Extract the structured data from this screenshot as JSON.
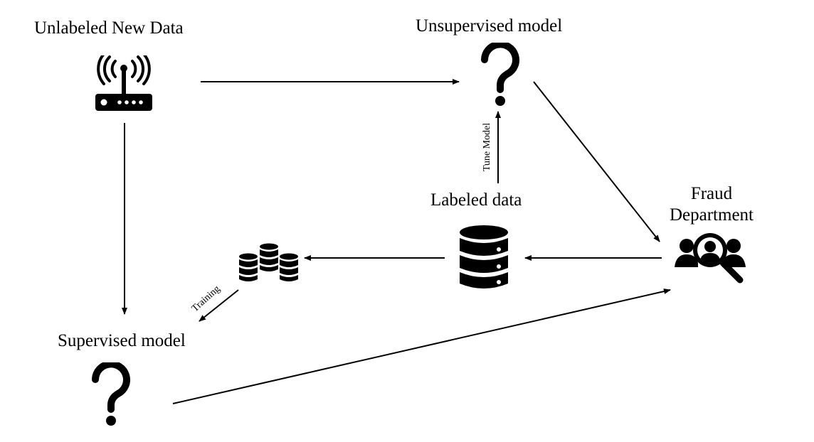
{
  "nodes": {
    "unlabeled_new_data": {
      "label": "Unlabeled New Data",
      "icon": "router-icon"
    },
    "unsupervised_model": {
      "label": "Unsupervised model",
      "icon": "question-mark-icon"
    },
    "labeled_data": {
      "label": "Labeled data",
      "icon": "database-icon"
    },
    "fraud_department": {
      "label_line1": "Fraud",
      "label_line2": "Department",
      "icon": "user-search-icon"
    },
    "training_data": {
      "icon": "database-cluster-icon"
    },
    "supervised_model": {
      "label": "Supervised model",
      "icon": "question-mark-icon"
    }
  },
  "edges": {
    "tune_model": {
      "label": "Tune Model"
    },
    "training": {
      "label": "Training"
    }
  },
  "colors": {
    "ink": "#000000",
    "background": "#ffffff"
  }
}
